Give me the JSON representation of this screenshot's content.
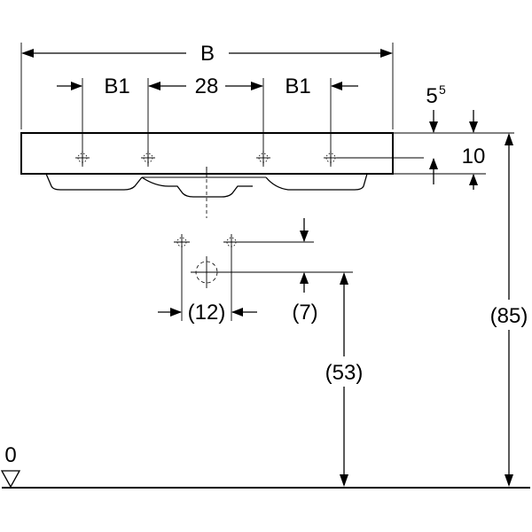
{
  "dimensions": {
    "overall_width": "B",
    "left_offset": "B1",
    "center_spacing": "28",
    "right_offset": "B1",
    "top_offset_main": "5",
    "top_offset_sup": "5",
    "rim_depth": "10",
    "waste_spacing": "(12)",
    "waste_offset": "(7)",
    "waste_height": "(53)",
    "rim_height": "(85)",
    "floor_level": "0"
  }
}
